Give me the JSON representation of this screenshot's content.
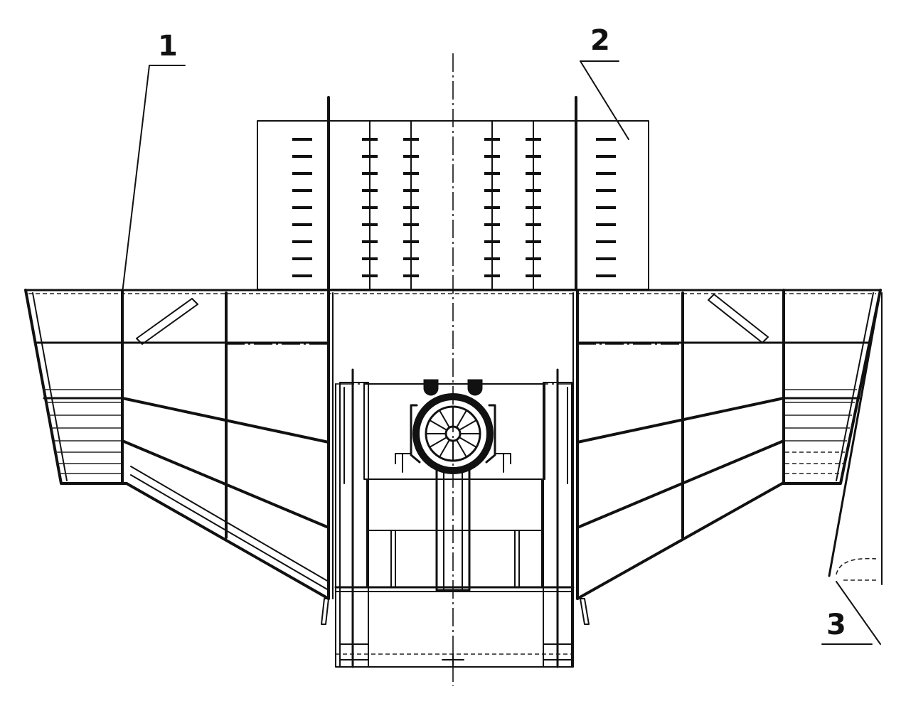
{
  "labels": [
    {
      "id": "label-1",
      "text": "1"
    },
    {
      "id": "label-2",
      "text": "2"
    },
    {
      "id": "label-3",
      "text": "3"
    }
  ],
  "colors": {
    "ink": "#111111",
    "paper": "#ffffff"
  }
}
